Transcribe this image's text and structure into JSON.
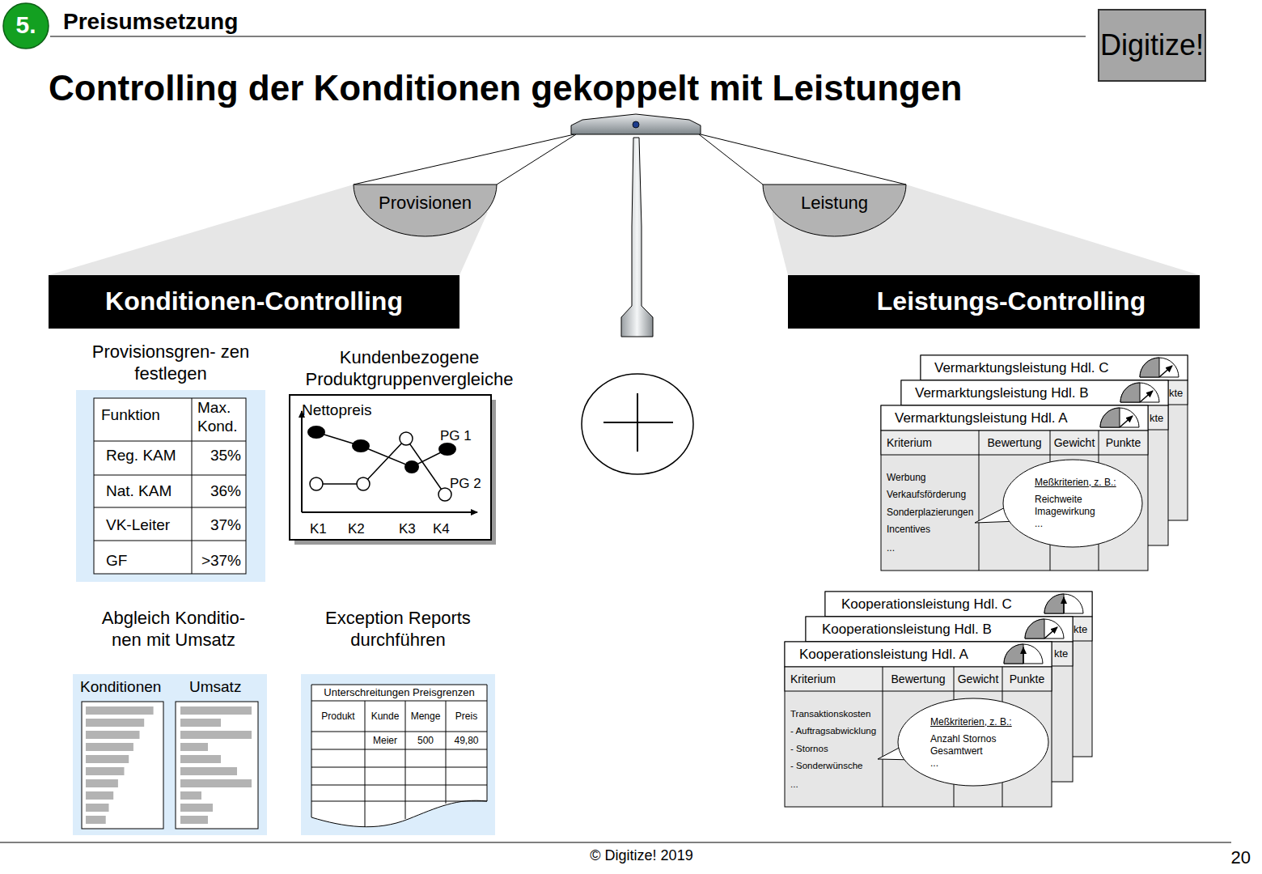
{
  "diagram": {
    "title": "Controlling der Konditionen gekoppelt mit Leistungen",
    "nodes": [
      {
        "text": [
          "5."
        ]
      },
      {
        "text": [
          "Digitize!"
        ]
      },
      {
        "text": [
          "Provisionen"
        ]
      },
      {
        "text": [
          "Leistung"
        ]
      },
      {
        "text": [
          "Konditionen-Controlling"
        ]
      },
      {
        "text": [
          "Leistungs-Controlling"
        ]
      },
      {
        "text": [
          "Provisionsgren- zen festlegen",
          "Funktion",
          "Max. Kond.",
          "Reg. KAM",
          "35%",
          "Nat. KAM",
          "36%",
          "VK-Leiter",
          "37%",
          "GF",
          ">37%"
        ]
      },
      {
        "text": [
          "Kundenbezogene Produktgruppenvergleiche",
          "Nettopreis",
          "PG 1",
          "PG 2",
          "K1",
          "K2",
          "K3",
          "K4"
        ]
      },
      {
        "text": [
          "Abgleich Konditio- nen mit Umsatz",
          "Konditionen",
          "Umsatz"
        ]
      },
      {
        "text": [
          "Exception Reports durchführen",
          "Unterschreitungen Preisgrenzen",
          "Produkt",
          "Kunde",
          "Menge",
          "Preis",
          "Meier",
          "500",
          "49,80"
        ]
      },
      {
        "text": [
          "Vermarktungsleistung Hdl. C",
          "kte"
        ]
      },
      {
        "text": [
          "Vermarktungsleistung Hdl. B",
          "kte"
        ]
      },
      {
        "text": [
          "Vermarktungsleistung Hdl. A",
          "Kriterium",
          "Bewertung",
          "Gewicht",
          "Punkte",
          "Werbung",
          "Verkaufsförderung",
          "Sonderplazierungen",
          "Incentives",
          "..."
        ]
      },
      {
        "text": [
          "Meßkriterien, z. B.:",
          "Reichweite",
          "Imagewirkung",
          "..."
        ],
        "in": 12
      },
      {
        "text": [
          "Kooperationsleistung Hdl. C",
          "kte"
        ]
      },
      {
        "text": [
          "Kooperationsleistung Hdl. B",
          "kte"
        ]
      },
      {
        "text": [
          "Kooperationsleistung Hdl. A",
          "Kriterium",
          "Bewertung",
          "Gewicht",
          "Punkte",
          "Transaktionskosten",
          "- Auftragsabwicklung",
          "- Stornos",
          "- Sonderwünsche",
          "..."
        ]
      },
      {
        "text": [
          "Meßkriterien, z. B.:",
          "Anzahl Stornos",
          "Gesamtwert",
          "..."
        ],
        "in": 16
      }
    ],
    "labels": [
      "Preisumsetzung",
      "© Digitize! 2019",
      "20"
    ]
  }
}
